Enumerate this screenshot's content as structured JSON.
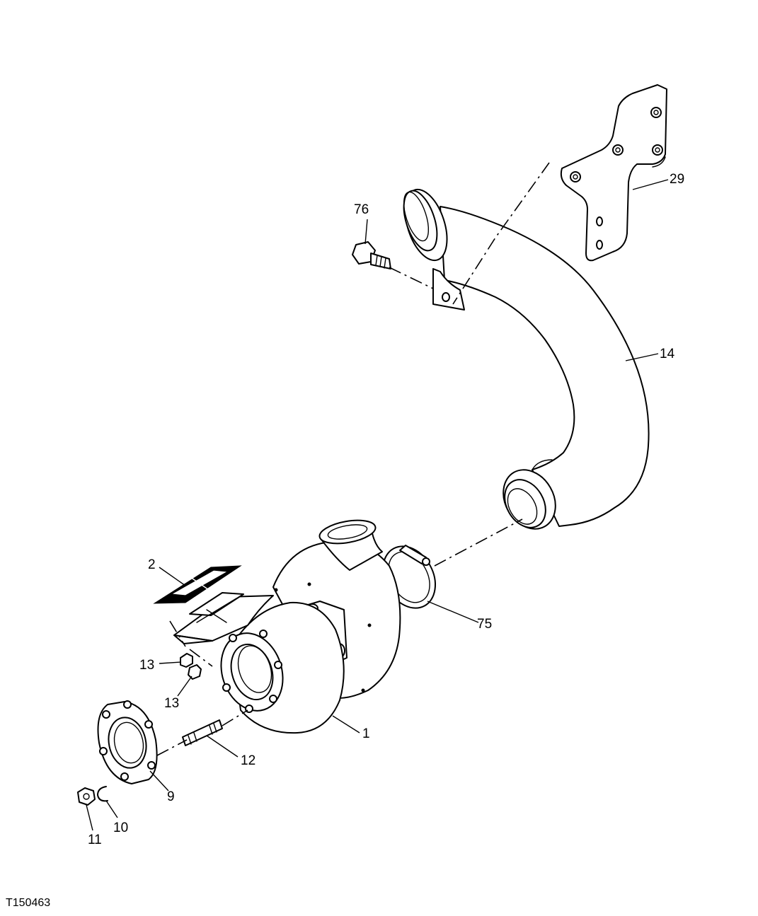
{
  "figure_id": "T150463",
  "callouts": {
    "c1": "1",
    "c2": "2",
    "c9": "9",
    "c10": "10",
    "c11": "11",
    "c12": "12",
    "c13a": "13",
    "c13b": "13",
    "c14": "14",
    "c29": "29",
    "c75": "75",
    "c76": "76"
  }
}
